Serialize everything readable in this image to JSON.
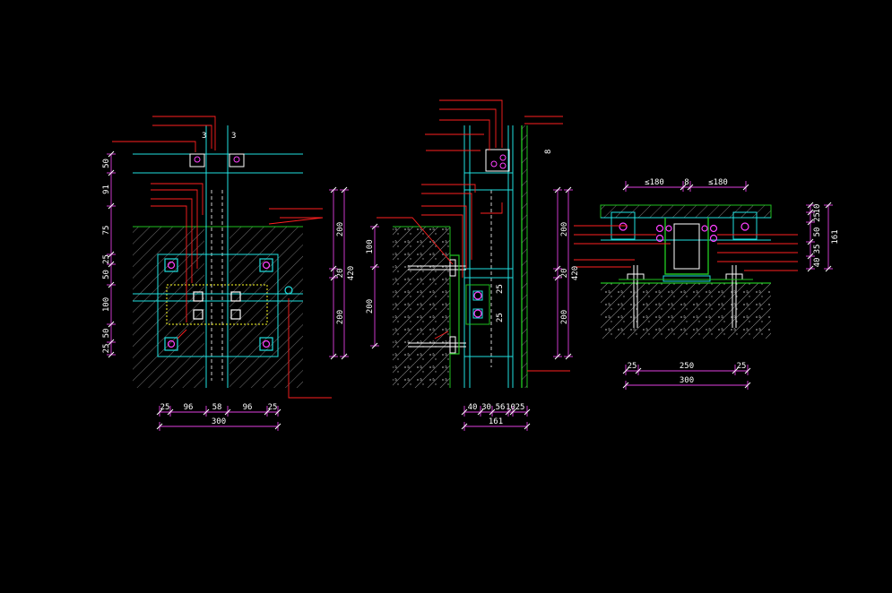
{
  "colors": {
    "background": "#000000",
    "dimension_text": "#ffffff",
    "dimension_line": "#e040e0",
    "leader": "#ff2020",
    "structure": "#20e0e0",
    "steel": "#20c020",
    "hatch": "#a0a0a0",
    "bolt": "#ff40ff",
    "dashed": "#ffffff"
  },
  "left_detail": {
    "bottom_dims": [
      "25",
      "96",
      "58",
      "96",
      "25"
    ],
    "bottom_total": "300",
    "left_dims": [
      "50",
      "91",
      "75",
      "25",
      "50",
      "100",
      "50",
      "25"
    ],
    "right_dims": [
      "200",
      "20",
      "200"
    ],
    "right_total": "420",
    "top_marks": [
      "3",
      "3"
    ]
  },
  "middle_detail": {
    "bottom_dims": [
      "40",
      "30",
      "56",
      "10",
      "25"
    ],
    "bottom_total": "161",
    "left_dims": [
      "100",
      "200"
    ],
    "right_dims": [
      "200",
      "20",
      "200"
    ],
    "right_total": "420",
    "inner_dims": [
      "25",
      "25"
    ],
    "top_mark": "8"
  },
  "right_detail": {
    "top_dims": [
      "≤180",
      "8",
      "≤180"
    ],
    "bottom_dims": [
      "25",
      "250",
      "25"
    ],
    "bottom_total": "300",
    "right_dims": [
      "10",
      "25",
      "50",
      "35",
      "40"
    ],
    "right_total": "161"
  }
}
